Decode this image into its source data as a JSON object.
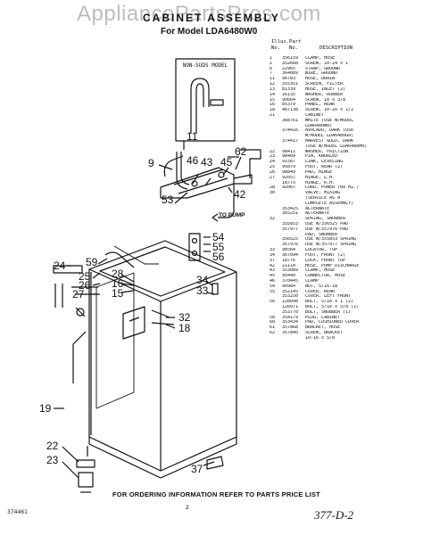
{
  "watermark": "AppliancePartsPros.com",
  "title": "CABINET ASSEMBLY",
  "model_line": "For Model LDA6480W0",
  "inset_label": "NON-SUDS MODEL",
  "to_pump": "TO PUMP",
  "parts_header": {
    "illus": "Illus.",
    "part": "Part",
    "no1": "No.",
    "no2": "No.",
    "description": "DESCRIPTION"
  },
  "parts": [
    {
      "illus": "1",
      "part": "356159",
      "desc": "CLAMP, HOSE"
    },
    {
      "illus": "2",
      "part": "352668",
      "desc": "SCREW, 10-24 x 1"
    },
    {
      "illus": "6",
      "part": "22965",
      "desc": "STRAP, GROUND"
    },
    {
      "illus": "7",
      "part": "364089",
      "desc": "WIRE, GROUND"
    },
    {
      "illus": "11",
      "part": "96783",
      "desc": "HOSE, DRAIN"
    },
    {
      "illus": "12",
      "part": "355351",
      "desc": "SCREEN, FILTER"
    },
    {
      "illus": "13",
      "part": "81339",
      "desc": "HOSE, INLET (2)"
    },
    {
      "illus": "14",
      "part": "16135",
      "desc": "WASHER, RUBBER"
    },
    {
      "illus": "15",
      "part": "90664",
      "desc": "SCREW, 10 x 3/8"
    },
    {
      "illus": "16",
      "part": "85379",
      "desc": "PANEL, REAR"
    },
    {
      "illus": "18",
      "part": "487138",
      "desc": "SCREW, 10-16 x 1/2"
    },
    {
      "illus": "21",
      "part": "",
      "desc": "CABINET"
    },
    {
      "illus": "",
      "part": "368761",
      "desc": "WHITE (USE W/MODEL"
    },
    {
      "illus": "",
      "part": "",
      "desc": "LDA6480W0)"
    },
    {
      "illus": "",
      "part": "374416",
      "desc": "AVOCADO, DARK (USE"
    },
    {
      "illus": "",
      "part": "",
      "desc": "W/MODEL LDA6480G0)"
    },
    {
      "illus": "",
      "part": "374417",
      "desc": "HARVEST GOLD, DARK"
    },
    {
      "illus": "",
      "part": "",
      "desc": "(USE W/MODEL LDA6480H0)"
    },
    {
      "illus": "22",
      "part": "98411",
      "desc": "WASHER, FRICTION"
    },
    {
      "illus": "23",
      "part": "98409",
      "desc": "PIN, KNURLED"
    },
    {
      "illus": "24",
      "part": "91587",
      "desc": "LINK, LEVELING"
    },
    {
      "illus": "25",
      "part": "95879",
      "desc": "FOOT, REAR (2)"
    },
    {
      "illus": "26",
      "part": "98849",
      "desc": "PAD, HINGE"
    },
    {
      "illus": "27",
      "part": "92057",
      "desc": "HINGE, L.H."
    },
    {
      "illus": "",
      "part": "18775",
      "desc": "HINGE, R.H."
    },
    {
      "illus": "28",
      "part": "92067",
      "desc": "CORD, POWER (60 HZ.)"
    },
    {
      "illus": "30",
      "part": "",
      "desc": "VALVE, MIXING"
    },
    {
      "illus": "",
      "part": "",
      "desc": "(SERVICE AS A"
    },
    {
      "illus": "",
      "part": "",
      "desc": "COMPLETE ASSEMBLY)"
    },
    {
      "illus": "",
      "part": "353425",
      "desc": "ALTERNATE"
    },
    {
      "illus": "",
      "part": "365251",
      "desc": "ALTERNATE"
    },
    {
      "illus": "32",
      "part": "",
      "desc": "SPRING, SNUBBER"
    },
    {
      "illus": "",
      "part": "355853",
      "desc": "USE W/356525 PAD"
    },
    {
      "illus": "",
      "part": "357977",
      "desc": "USE W/357976 PAD"
    },
    {
      "illus": "",
      "part": "",
      "desc": "PAD, SNUBBER"
    },
    {
      "illus": "",
      "part": "356525",
      "desc": "USE W/355853 SPRING"
    },
    {
      "illus": "",
      "part": "357976",
      "desc": "USE W/357977 SPRING"
    },
    {
      "illus": "33",
      "part": "98564",
      "desc": "LOCATOR, TOP"
    },
    {
      "illus": "34",
      "part": "367094",
      "desc": "FOOT, FRONT (2)"
    },
    {
      "illus": "37",
      "part": "18776",
      "desc": "LOCK, FRONT TOP"
    },
    {
      "illus": "42",
      "part": "21114",
      "desc": "HOSE, PUMP DISCHARGE"
    },
    {
      "illus": "43",
      "part": "353089",
      "desc": "CLAMP, HOSE"
    },
    {
      "illus": "45",
      "part": "95440",
      "desc": "CONNECTOR, HOSE"
    },
    {
      "illus": "46",
      "part": "370445",
      "desc": "CLAMP"
    },
    {
      "illus": "54",
      "part": "90984",
      "desc": "NUT, 5/16-18"
    },
    {
      "illus": "55",
      "part": "352145",
      "desc": "COVER, REAR"
    },
    {
      "illus": "",
      "part": "353250",
      "desc": "COVER, LEFT FRONT"
    },
    {
      "illus": "56",
      "part": "128098",
      "desc": "BOLT, 5/16 x 1 (2)"
    },
    {
      "illus": "",
      "part": "126071",
      "desc": "BOLT, 5/16 x 5/8 (2)"
    },
    {
      "illus": "",
      "part": "353770",
      "desc": "BOLT, SNUBBER (1)"
    },
    {
      "illus": "58",
      "part": "354179",
      "desc": "PLUG, CABINET"
    },
    {
      "illus": "60",
      "part": "353434",
      "desc": "PAD, CUSHIONED COVER"
    },
    {
      "illus": "61",
      "part": "357868",
      "desc": "BRACKET, HOSE"
    },
    {
      "illus": "62",
      "part": "357840",
      "desc": "SCREW, BRACKET"
    },
    {
      "illus": "",
      "part": "",
      "desc": "10-16 x 5/8"
    }
  ],
  "callouts": {
    "c11": "11",
    "c9": "9",
    "c62": "62",
    "c46": "46",
    "c43": "43",
    "c45": "45",
    "c42": "42",
    "c53": "53",
    "c54": "54",
    "c55": "55",
    "c56": "56",
    "c59": "59",
    "c25": "25",
    "c26": "26",
    "c27": "27",
    "c24": "24",
    "c28": "28",
    "c16": "16",
    "c15": "15",
    "c34": "34",
    "c33": "33",
    "c32": "32",
    "c18": "18",
    "c19": "19",
    "c22": "22",
    "c23": "23",
    "c37": "37"
  },
  "footer": "FOR ORDERING INFORMATION REFER TO PARTS PRICE LIST",
  "page_number": "2",
  "doc_number": "377-D-2",
  "code": "374461"
}
